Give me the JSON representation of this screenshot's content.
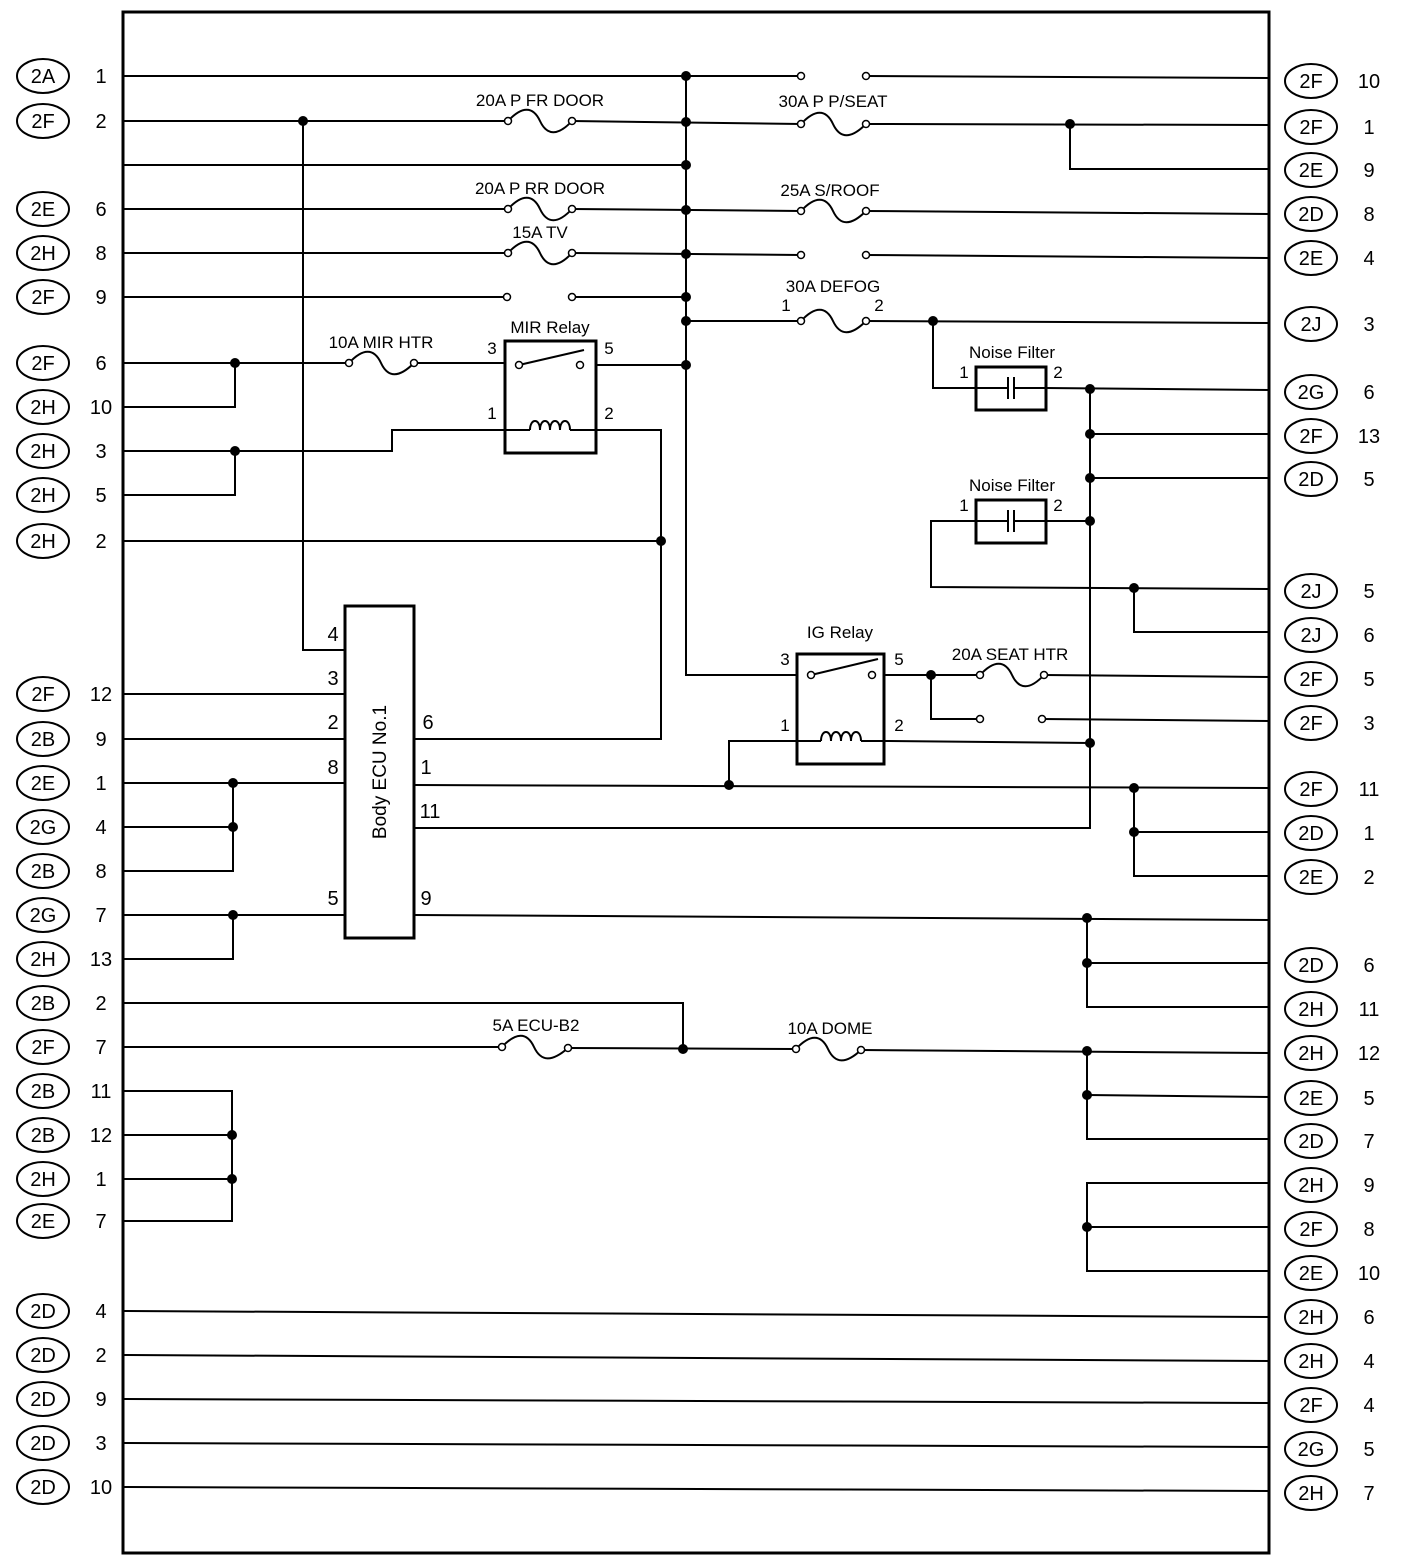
{
  "left_connectors": [
    {
      "conn": "2A",
      "pin": "1"
    },
    {
      "conn": "2F",
      "pin": "2"
    },
    {
      "conn": "2E",
      "pin": "6"
    },
    {
      "conn": "2H",
      "pin": "8"
    },
    {
      "conn": "2F",
      "pin": "9"
    },
    {
      "conn": "2F",
      "pin": "6"
    },
    {
      "conn": "2H",
      "pin": "10"
    },
    {
      "conn": "2H",
      "pin": "3"
    },
    {
      "conn": "2H",
      "pin": "5"
    },
    {
      "conn": "2H",
      "pin": "2"
    },
    {
      "conn": "2F",
      "pin": "12"
    },
    {
      "conn": "2B",
      "pin": "9"
    },
    {
      "conn": "2E",
      "pin": "1"
    },
    {
      "conn": "2G",
      "pin": "4"
    },
    {
      "conn": "2B",
      "pin": "8"
    },
    {
      "conn": "2G",
      "pin": "7"
    },
    {
      "conn": "2H",
      "pin": "13"
    },
    {
      "conn": "2B",
      "pin": "2"
    },
    {
      "conn": "2F",
      "pin": "7"
    },
    {
      "conn": "2B",
      "pin": "11"
    },
    {
      "conn": "2B",
      "pin": "12"
    },
    {
      "conn": "2H",
      "pin": "1"
    },
    {
      "conn": "2E",
      "pin": "7"
    },
    {
      "conn": "2D",
      "pin": "4"
    },
    {
      "conn": "2D",
      "pin": "2"
    },
    {
      "conn": "2D",
      "pin": "9"
    },
    {
      "conn": "2D",
      "pin": "3"
    },
    {
      "conn": "2D",
      "pin": "10"
    }
  ],
  "right_connectors": [
    {
      "conn": "2F",
      "pin": "10"
    },
    {
      "conn": "2F",
      "pin": "1"
    },
    {
      "conn": "2E",
      "pin": "9"
    },
    {
      "conn": "2D",
      "pin": "8"
    },
    {
      "conn": "2E",
      "pin": "4"
    },
    {
      "conn": "2J",
      "pin": "3"
    },
    {
      "conn": "2G",
      "pin": "6"
    },
    {
      "conn": "2F",
      "pin": "13"
    },
    {
      "conn": "2D",
      "pin": "5"
    },
    {
      "conn": "2J",
      "pin": "5"
    },
    {
      "conn": "2J",
      "pin": "6"
    },
    {
      "conn": "2F",
      "pin": "5"
    },
    {
      "conn": "2F",
      "pin": "3"
    },
    {
      "conn": "2F",
      "pin": "11"
    },
    {
      "conn": "2D",
      "pin": "1"
    },
    {
      "conn": "2E",
      "pin": "2"
    },
    {
      "conn": "2D",
      "pin": "6"
    },
    {
      "conn": "2H",
      "pin": "11"
    },
    {
      "conn": "2H",
      "pin": "12"
    },
    {
      "conn": "2E",
      "pin": "5"
    },
    {
      "conn": "2D",
      "pin": "7"
    },
    {
      "conn": "2H",
      "pin": "9"
    },
    {
      "conn": "2F",
      "pin": "8"
    },
    {
      "conn": "2E",
      "pin": "10"
    },
    {
      "conn": "2H",
      "pin": "6"
    },
    {
      "conn": "2H",
      "pin": "4"
    },
    {
      "conn": "2F",
      "pin": "4"
    },
    {
      "conn": "2G",
      "pin": "5"
    },
    {
      "conn": "2H",
      "pin": "7"
    }
  ],
  "fuses": {
    "p_fr_door": "20A P FR DOOR",
    "p_pseat": "30A P P/SEAT",
    "p_rr_door": "20A P RR DOOR",
    "sroof": "25A S/ROOF",
    "tv": "15A TV",
    "defog": "30A DEFOG",
    "mir_htr": "10A MIR HTR",
    "seat_htr": "20A SEAT HTR",
    "ecu_b2": "5A ECU-B2",
    "dome": "10A DOME"
  },
  "components": {
    "mir_relay": "MIR Relay",
    "ig_relay": "IG Relay",
    "noise_filter_1": "Noise Filter",
    "noise_filter_2": "Noise Filter",
    "body_ecu": "Body ECU No.1"
  },
  "pins": {
    "n1": "1",
    "n2": "2",
    "n3": "3",
    "n4": "4",
    "n5": "5",
    "n6": "6",
    "n8": "8",
    "n9": "9",
    "n11": "11"
  }
}
